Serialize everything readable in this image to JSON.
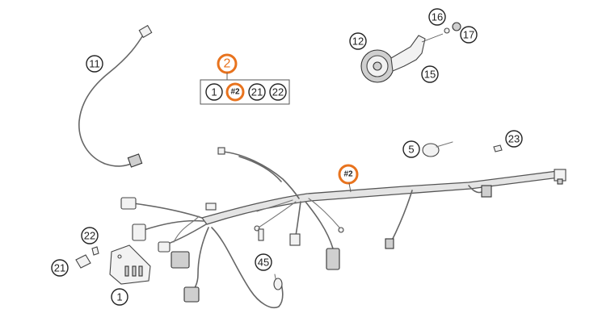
{
  "diagram": {
    "callouts": {
      "c11": "11",
      "c2_group": "2",
      "c1_box": "1",
      "c2_box": "#2",
      "c21_box": "21",
      "c22_box": "22",
      "c12": "12",
      "c16": "16",
      "c17": "17",
      "c15": "15",
      "c5": "5",
      "c23": "23",
      "c2_harness": "#2",
      "c22_clip": "22",
      "c21_clip": "21",
      "c1_bracket": "1",
      "c45": "45"
    },
    "colors": {
      "highlight": "#e8731e",
      "line": "#444444"
    }
  }
}
